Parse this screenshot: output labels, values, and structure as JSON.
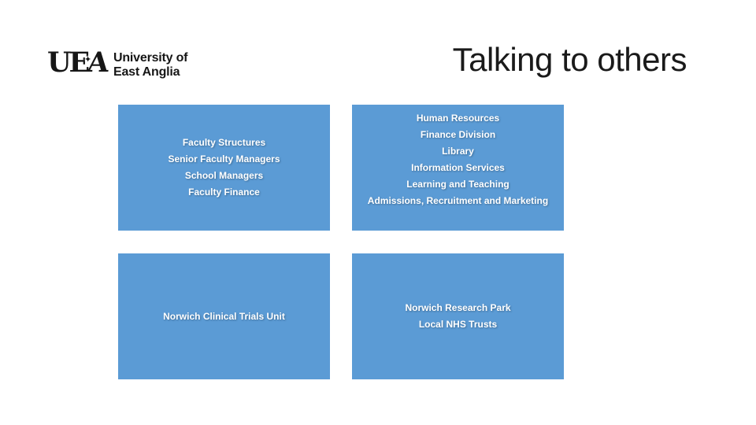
{
  "slide": {
    "title": "Talking to others"
  },
  "logo": {
    "letters": [
      "U",
      "E",
      "A"
    ],
    "sparkle_icon": "✦",
    "wordmark_line1": "University of",
    "wordmark_line2": "East Anglia"
  },
  "colors": {
    "box_fill": "#5B9BD5",
    "box_text": "#FFFFFF",
    "title_text": "#1A1A1A",
    "logo_text": "#161616",
    "background": "#FFFFFF"
  },
  "boxes": [
    {
      "name": "faculty-structures",
      "lines": [
        "Faculty Structures",
        "Senior Faculty Managers",
        "School Managers",
        "Faculty Finance"
      ]
    },
    {
      "name": "central-services",
      "lines": [
        "Human Resources",
        "Finance Division",
        "Library",
        "Information Services",
        "Learning and Teaching",
        "Admissions, Recruitment and Marketing"
      ]
    },
    {
      "name": "norwich-clinical-trials-unit",
      "lines": [
        "Norwich Clinical Trials Unit"
      ]
    },
    {
      "name": "external-partners",
      "lines": [
        "Norwich Research Park",
        "Local NHS Trusts"
      ]
    }
  ]
}
